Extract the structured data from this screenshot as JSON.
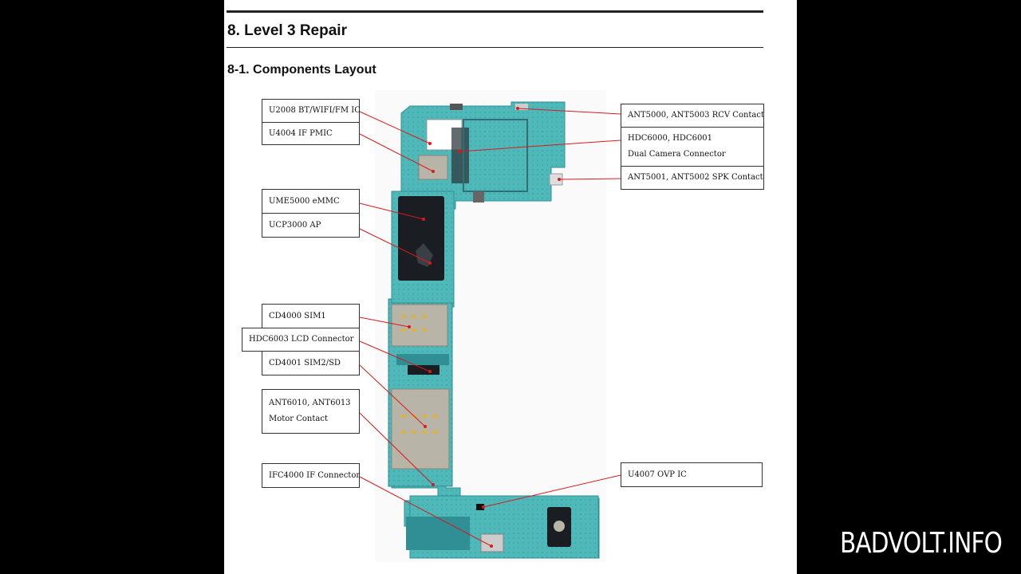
{
  "document": {
    "section_title": "8. Level 3 Repair",
    "subsection_title": "8-1. Components Layout"
  },
  "callouts": {
    "u2008": "U2008 BT/WIFI/FM IC",
    "u4004": "U4004 IF PMIC",
    "ume5000": "UME5000 eMMC",
    "ucp3000": "UCP3000 AP",
    "cd4000": "CD4000   SIM1",
    "hdc6003": "HDC6003 LCD Connector",
    "cd4001": "CD4001 SIM2/SD",
    "ant6010_line1": "ANT6010, ANT6013",
    "ant6010_line2": "Motor Contact",
    "ifc4000": "IFC4000 IF Connector",
    "ant5000": "ANT5000, ANT5003 RCV Contact",
    "hdc6000_line1": "HDC6000, HDC6001",
    "hdc6000_line2": "Dual Camera Connector",
    "ant5001": "ANT5001, ANT5002 SPK Contact",
    "u4007": "U4007 OVP IC"
  },
  "colors": {
    "pcb": "#4fb8b8",
    "pcb_dark": "#2f8f95",
    "chip": "#1a1d22",
    "arrow": "#d81a1a",
    "metal": "#b9b4a8"
  },
  "watermark": "BADVOLT.INFO"
}
